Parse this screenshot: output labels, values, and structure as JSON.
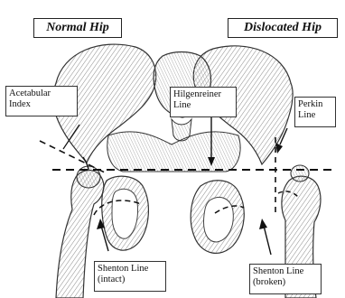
{
  "titles": {
    "normal": "Normal Hip",
    "dislocated": "Dislocated Hip"
  },
  "labels": {
    "acetabular_index": [
      "Acetabular",
      "Index"
    ],
    "hilgenreiner_line": [
      "Hilgenreiner",
      "Line"
    ],
    "perkin_line": [
      "Perkin",
      "Line"
    ],
    "shenton_intact": [
      "Shenton Line",
      "(intact)"
    ],
    "shenton_broken": [
      "Shenton Line",
      "(broken)"
    ]
  }
}
